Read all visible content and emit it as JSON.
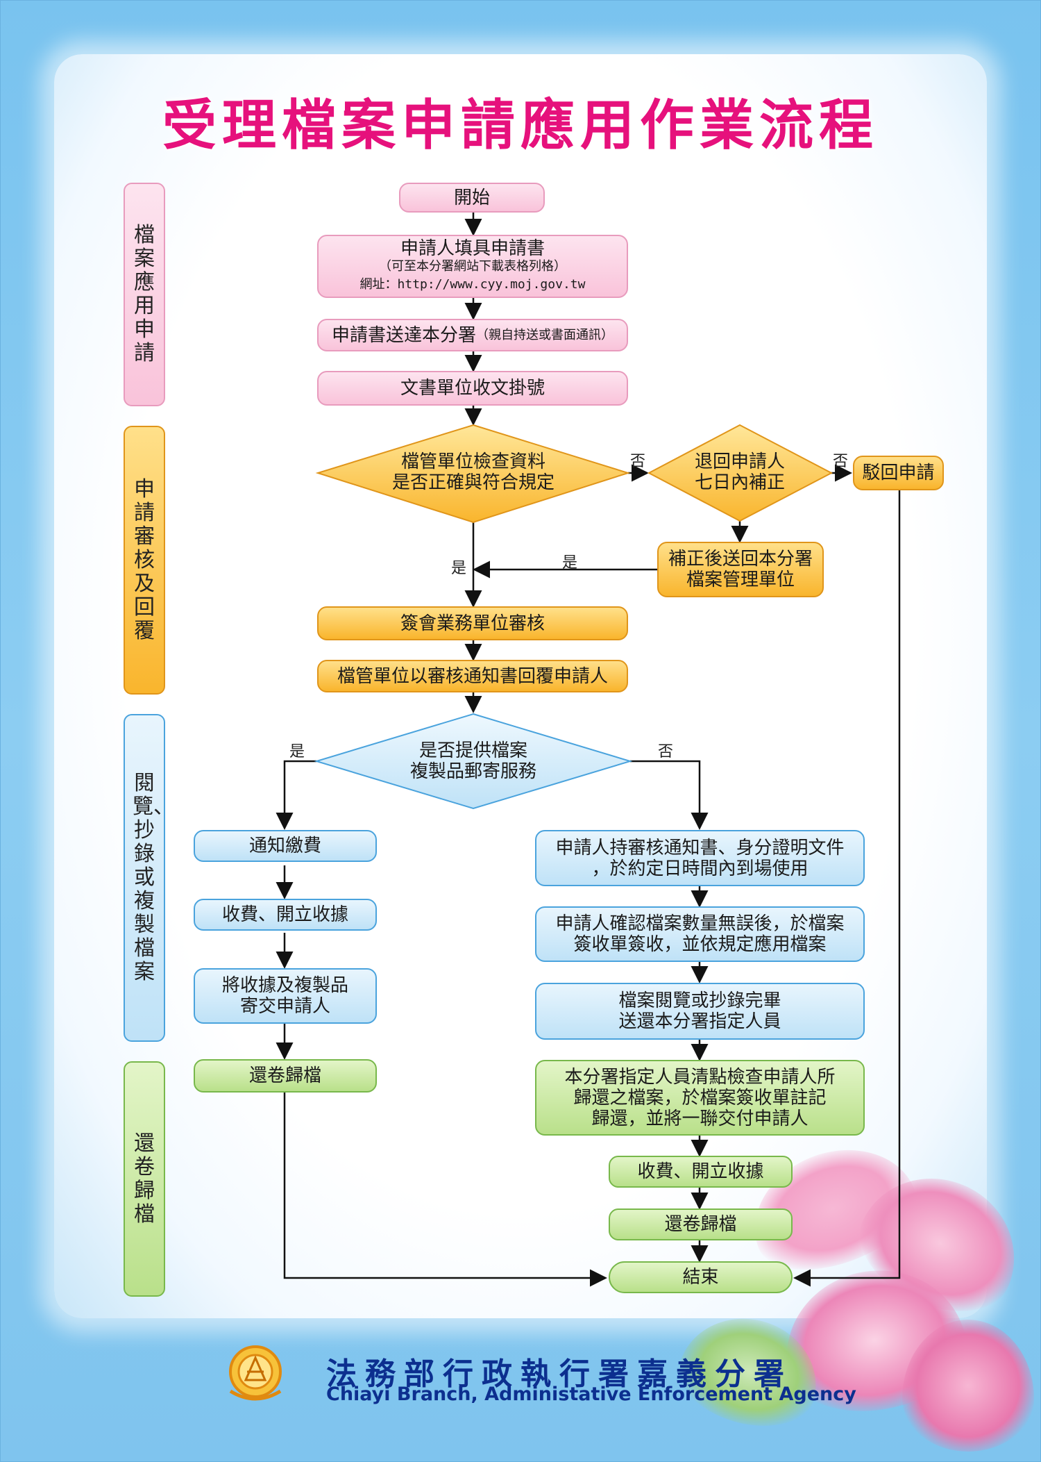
{
  "title": "受理檔案申請應用作業流程",
  "stages": [
    "檔案應用申請",
    "申請審核及回覆",
    "閱覽、抄錄或複製檔案",
    "還卷歸檔"
  ],
  "nodes": {
    "start": "開始",
    "fill_form": "申請人填具申請書",
    "fill_form_note1": "（可至本分署網站下載表格列格）",
    "fill_form_note2": "網址：http://www.cyy.moj.gov.tw",
    "deliver": "申請書送達本分署",
    "deliver_note": "（親自持送或書面通訊）",
    "register": "文書單位收文掛號",
    "check_decision_l1": "檔管單位檢查資料",
    "check_decision_l2": "是否正確與符合規定",
    "return_decision_l1": "退回申請人",
    "return_decision_l2": "七日內補正",
    "reject": "駁回申請",
    "resubmit_l1": "補正後送回本分署",
    "resubmit_l2": "檔案管理單位",
    "review": "簽會業務單位審核",
    "notify": "檔管單位以審核通知書回覆申請人",
    "mail_decision_l1": "是否提供檔案",
    "mail_decision_l2": "複製品郵寄服務",
    "notice_fee": "通知繳費",
    "fee_receipt_left": "收費、開立收據",
    "send_copy_l1": "將收據及複製品",
    "send_copy_l2": "寄交申請人",
    "archive_left": "還卷歸檔",
    "onsite_l1": "申請人持審核通知書、身分證明文件",
    "onsite_l2": "，於約定日時間內到場使用",
    "confirm_l1": "申請人確認檔案數量無誤後，於檔案",
    "confirm_l2": "簽收單簽收，並依規定應用檔案",
    "finish_read_l1": "檔案閱覽或抄錄完畢",
    "finish_read_l2": "送還本分署指定人員",
    "inspect_l1": "本分署指定人員清點檢查申請人所",
    "inspect_l2": "歸還之檔案，於檔案簽收單註記",
    "inspect_l3": "歸還，並將一聯交付申請人",
    "fee_receipt_right": "收費、開立收據",
    "archive_right": "還卷歸檔",
    "end": "結束"
  },
  "labels": {
    "no": "否",
    "yes": "是"
  },
  "footer": {
    "name_cn": "法務部行政執行署嘉義分署",
    "name_en": "Chiayi Branch, Administative Enforcement Agency"
  },
  "colors": {
    "title": "#e6117c",
    "footer": "#0c2f8f",
    "pink": "#f9c3da",
    "orange": "#f9b52d",
    "blue": "#bfe2f7",
    "green": "#b9e08a"
  }
}
